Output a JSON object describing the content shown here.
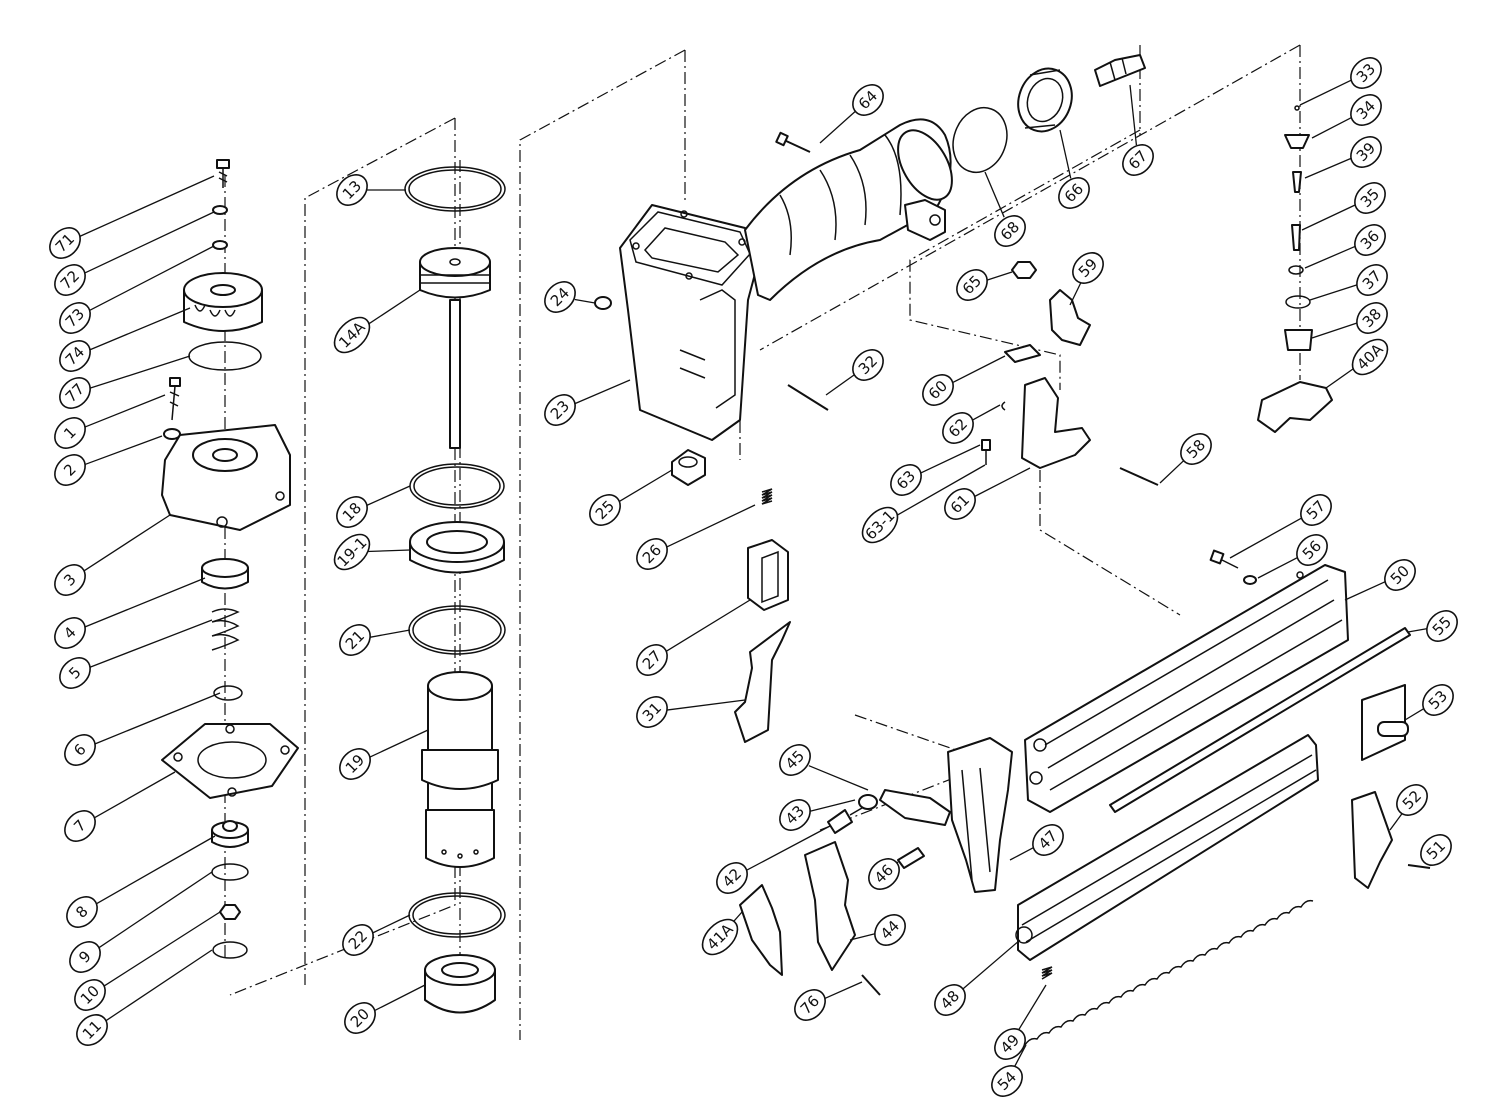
{
  "callouts": [
    {
      "label": "71"
    },
    {
      "label": "72"
    },
    {
      "label": "73"
    },
    {
      "label": "74"
    },
    {
      "label": "77"
    },
    {
      "label": "1"
    },
    {
      "label": "2"
    },
    {
      "label": "3"
    },
    {
      "label": "4"
    },
    {
      "label": "5"
    },
    {
      "label": "6"
    },
    {
      "label": "7"
    },
    {
      "label": "8"
    },
    {
      "label": "9"
    },
    {
      "label": "10"
    },
    {
      "label": "11"
    },
    {
      "label": "13"
    },
    {
      "label": "14A"
    },
    {
      "label": "18"
    },
    {
      "label": "19-1"
    },
    {
      "label": "21"
    },
    {
      "label": "19"
    },
    {
      "label": "22"
    },
    {
      "label": "20"
    },
    {
      "label": "24"
    },
    {
      "label": "23"
    },
    {
      "label": "25"
    },
    {
      "label": "26"
    },
    {
      "label": "27"
    },
    {
      "label": "31"
    },
    {
      "label": "64"
    },
    {
      "label": "68"
    },
    {
      "label": "66"
    },
    {
      "label": "67"
    },
    {
      "label": "65"
    },
    {
      "label": "32"
    },
    {
      "label": "59"
    },
    {
      "label": "60"
    },
    {
      "label": "62"
    },
    {
      "label": "63"
    },
    {
      "label": "63-1"
    },
    {
      "label": "61"
    },
    {
      "label": "58"
    },
    {
      "label": "33"
    },
    {
      "label": "34"
    },
    {
      "label": "39"
    },
    {
      "label": "35"
    },
    {
      "label": "36"
    },
    {
      "label": "37"
    },
    {
      "label": "38"
    },
    {
      "label": "40A"
    },
    {
      "label": "57"
    },
    {
      "label": "56"
    },
    {
      "label": "50"
    },
    {
      "label": "55"
    },
    {
      "label": "53"
    },
    {
      "label": "52"
    },
    {
      "label": "51"
    },
    {
      "label": "45"
    },
    {
      "label": "43"
    },
    {
      "label": "42"
    },
    {
      "label": "46"
    },
    {
      "label": "47"
    },
    {
      "label": "41A"
    },
    {
      "label": "44"
    },
    {
      "label": "76"
    },
    {
      "label": "48"
    },
    {
      "label": "49"
    },
    {
      "label": "54"
    }
  ]
}
